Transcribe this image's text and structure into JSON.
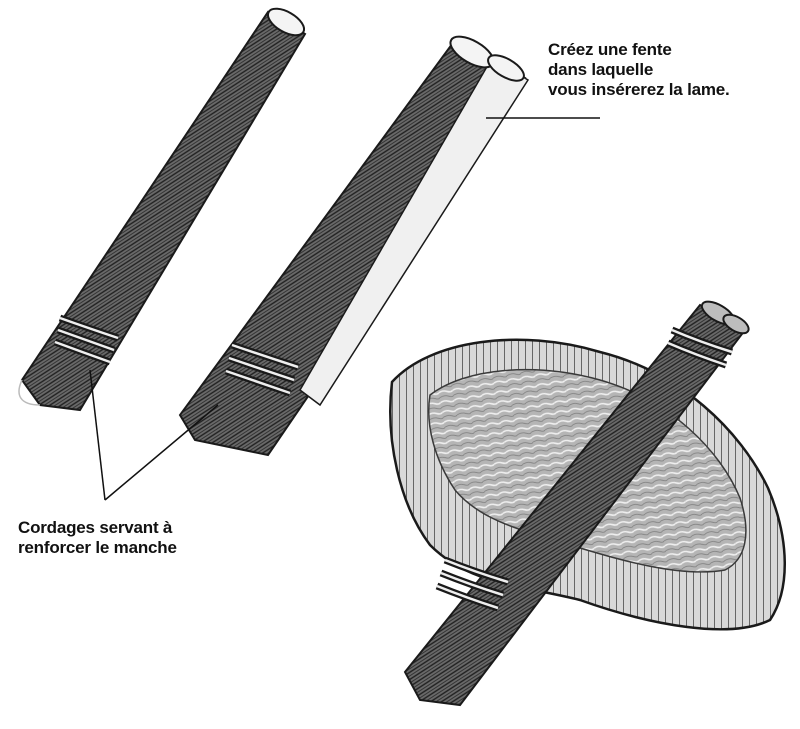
{
  "annotations": {
    "slit": {
      "lines": [
        "Créez une fente",
        "dans laquelle",
        "vous insérerez la lame."
      ]
    },
    "cordage": {
      "lines": [
        "Cordages servant à",
        "renforcer le manche"
      ]
    }
  },
  "colors": {
    "wood_dark": "#2b2b2b",
    "wood_mid": "#555555",
    "blade_light": "#e9e9e9",
    "blade_mid": "#9a9a9a",
    "ink": "#111111"
  }
}
